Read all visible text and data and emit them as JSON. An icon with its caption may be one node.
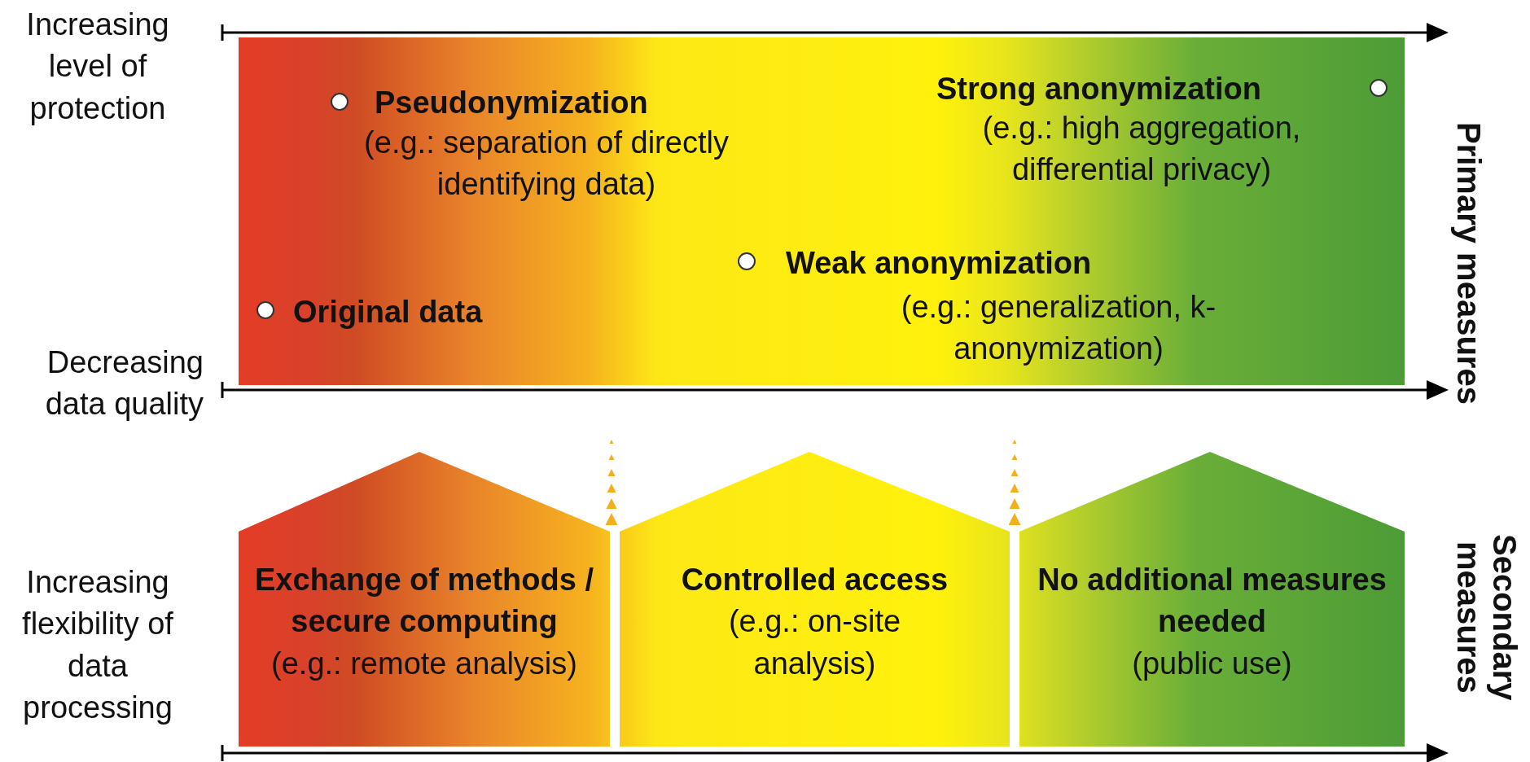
{
  "diagram": {
    "nodes": [
      {
        "text": [],
        "shape": "box"
      },
      {
        "text": [],
        "shape": "circle",
        "in": 0,
        "beside": [
          "Pseudonymization",
          "(e.g.: separation of directly identifying data)"
        ]
      },
      {
        "text": [],
        "shape": "circle",
        "in": 0,
        "beside": [
          "Original data"
        ]
      },
      {
        "text": [],
        "shape": "circle",
        "in": 0,
        "beside": [
          "Weak anonymization",
          "(e.g.: generalization, k-anonymization)"
        ]
      },
      {
        "text": [],
        "shape": "circle",
        "in": 0,
        "beside": [
          "Strong anonymization",
          "(e.g.: high aggregation, differential privacy)"
        ]
      },
      {
        "text": [
          "Exchange of methods / secure computing",
          "(e.g.: remote analysis)"
        ]
      },
      {
        "text": [
          "Controlled access",
          "(e.g.: on-site analysis)"
        ]
      },
      {
        "text": [
          "No additional measures needed",
          "(public use)"
        ]
      }
    ],
    "labels": [
      "Increasing level of protection",
      "Decreasing data quality",
      "Increasing flexibility of data processing",
      "Primary measures",
      "Secondary measures"
    ]
  }
}
